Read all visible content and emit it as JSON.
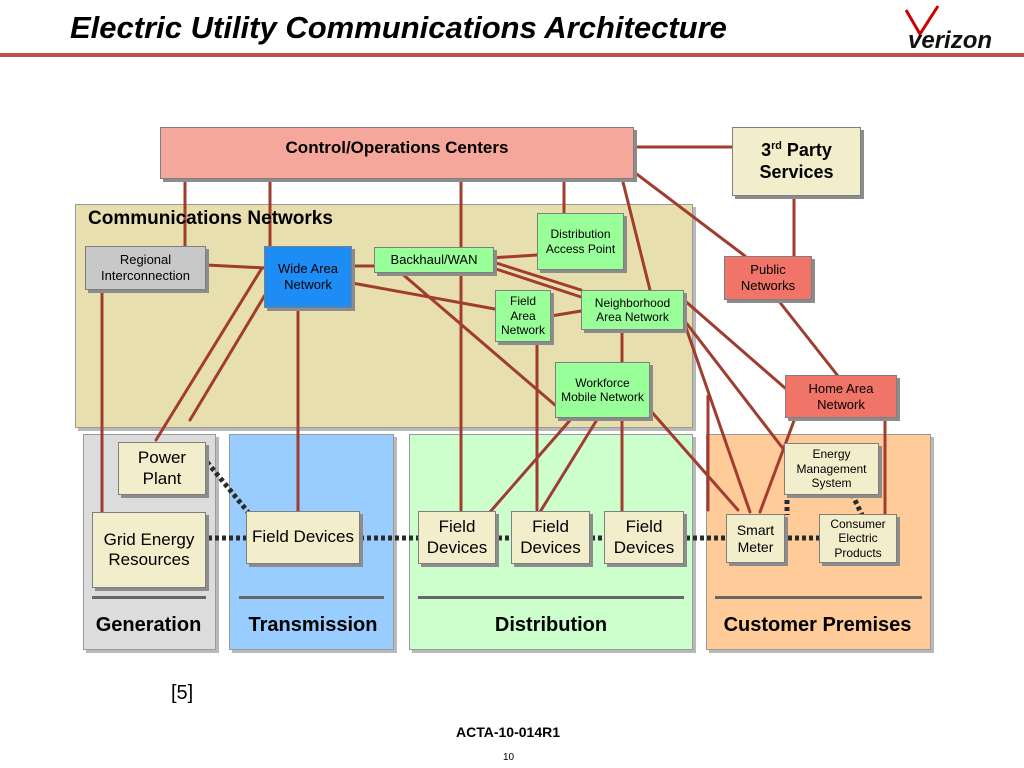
{
  "title": "Electric Utility Communications Architecture",
  "logo": {
    "text": "verizon"
  },
  "nodes": {
    "control_centers": "Control/Operations Centers",
    "third_party": {
      "sup_base": "3",
      "sup": "rd",
      "rest": " Party Services"
    },
    "comm_networks": "Communications Networks",
    "regional": "Regional Interconnection",
    "wan": "Wide Area Network",
    "backhaul": "Backhaul/WAN",
    "dap": "Distribution Access Point",
    "fan": "Field Area Network",
    "nan": "Neighborhood Area Network",
    "wmn": "Workforce Mobile Network",
    "public_networks": "Public Networks",
    "han": "Home Area Network",
    "ems": "Energy Management System",
    "power_plant": "Power Plant",
    "grid_energy": "Grid Energy Resources",
    "field_devices": "Field Devices",
    "smart_meter": "Smart Meter",
    "consumer_electric": "Consumer Electric Products"
  },
  "zones": {
    "generation": "Generation",
    "transmission": "Transmission",
    "distribution": "Distribution",
    "customer": "Customer Premises"
  },
  "footer": {
    "reference": "[5]",
    "doc_id": "ACTA-10-014R1",
    "page": "10"
  },
  "colors": {
    "title_rule": "#c0504d",
    "link": "#c0504d",
    "comm_bg": "#e8dfae",
    "generation_bg": "#dcdcdc",
    "transmission_bg": "#99ccff",
    "distribution_bg": "#ccffcc",
    "customer_bg": "#ffcc99"
  }
}
